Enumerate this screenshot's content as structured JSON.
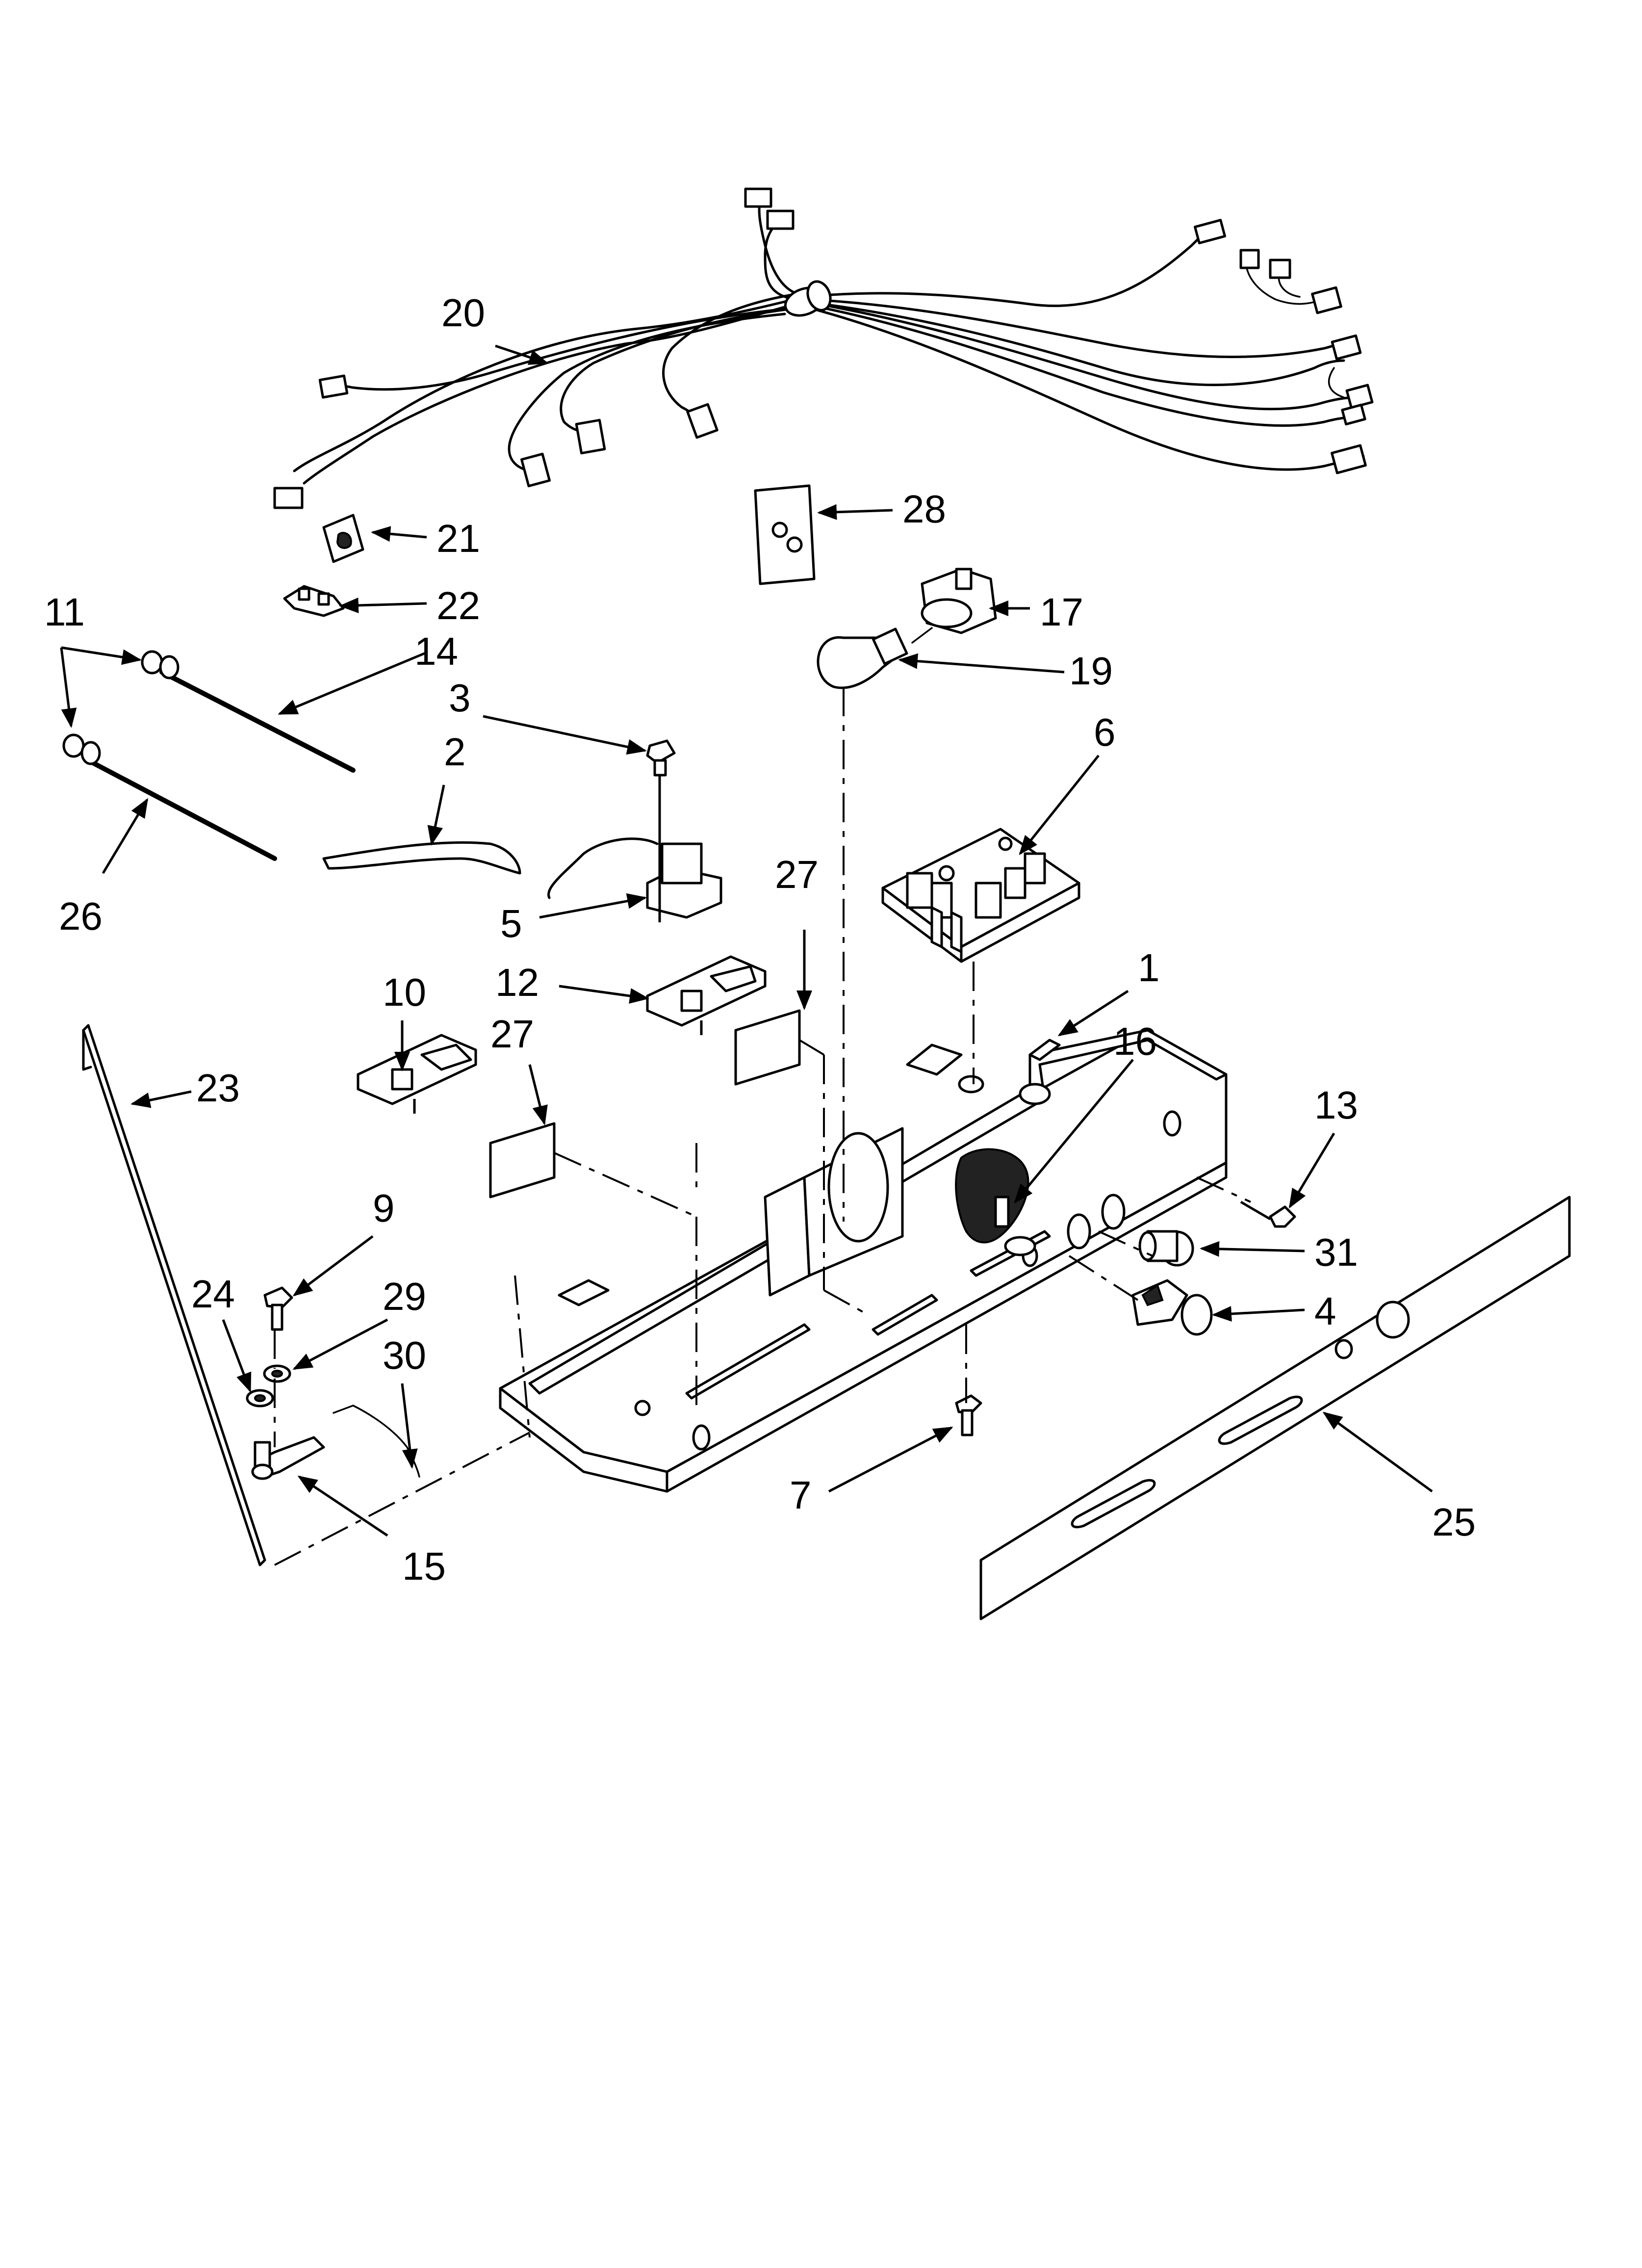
{
  "diagram": {
    "callouts": [
      {
        "id": "c1",
        "label": "1"
      },
      {
        "id": "c2",
        "label": "2"
      },
      {
        "id": "c3",
        "label": "3"
      },
      {
        "id": "c4",
        "label": "4"
      },
      {
        "id": "c5",
        "label": "5"
      },
      {
        "id": "c6",
        "label": "6"
      },
      {
        "id": "c7",
        "label": "7"
      },
      {
        "id": "c9",
        "label": "9"
      },
      {
        "id": "c10",
        "label": "10"
      },
      {
        "id": "c11",
        "label": "11"
      },
      {
        "id": "c12",
        "label": "12"
      },
      {
        "id": "c13",
        "label": "13"
      },
      {
        "id": "c14",
        "label": "14"
      },
      {
        "id": "c15",
        "label": "15"
      },
      {
        "id": "c16",
        "label": "16"
      },
      {
        "id": "c17",
        "label": "17"
      },
      {
        "id": "c19",
        "label": "19"
      },
      {
        "id": "c20",
        "label": "20"
      },
      {
        "id": "c21",
        "label": "21"
      },
      {
        "id": "c22",
        "label": "22"
      },
      {
        "id": "c23",
        "label": "23"
      },
      {
        "id": "c24",
        "label": "24"
      },
      {
        "id": "c25",
        "label": "25"
      },
      {
        "id": "c26",
        "label": "26"
      },
      {
        "id": "c27a",
        "label": "27"
      },
      {
        "id": "c27b",
        "label": "27"
      },
      {
        "id": "c28",
        "label": "28"
      },
      {
        "id": "c29",
        "label": "29"
      },
      {
        "id": "c30",
        "label": "30"
      },
      {
        "id": "c31",
        "label": "31"
      }
    ]
  }
}
